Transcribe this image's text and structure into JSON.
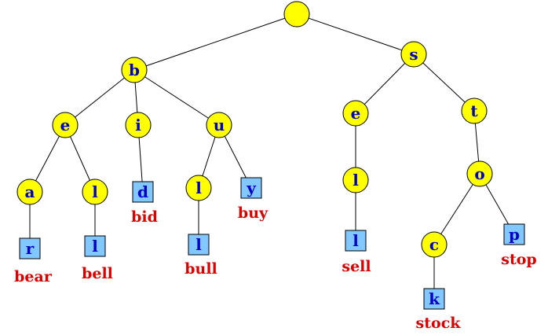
{
  "colors": {
    "internal_node": "#ffff00",
    "leaf_node": "#80c8ff",
    "letter": "#0000cc",
    "word": "#dd0000",
    "edge": "#000000"
  },
  "nodes": [
    {
      "id": "root",
      "label": "",
      "shape": "circle"
    },
    {
      "id": "b",
      "label": "b",
      "shape": "circle"
    },
    {
      "id": "s",
      "label": "s",
      "shape": "circle"
    },
    {
      "id": "be",
      "label": "e",
      "shape": "circle"
    },
    {
      "id": "bi",
      "label": "i",
      "shape": "circle"
    },
    {
      "id": "bu",
      "label": "u",
      "shape": "circle"
    },
    {
      "id": "bea",
      "label": "a",
      "shape": "circle"
    },
    {
      "id": "bel",
      "label": "l",
      "shape": "circle"
    },
    {
      "id": "bid",
      "label": "d",
      "shape": "square",
      "word": "bid"
    },
    {
      "id": "bul",
      "label": "l",
      "shape": "circle"
    },
    {
      "id": "buy",
      "label": "y",
      "shape": "square",
      "word": "buy"
    },
    {
      "id": "bear",
      "label": "r",
      "shape": "square",
      "word": "bear"
    },
    {
      "id": "bell",
      "label": "l",
      "shape": "square",
      "word": "bell"
    },
    {
      "id": "bull",
      "label": "l",
      "shape": "square",
      "word": "bull"
    },
    {
      "id": "se",
      "label": "e",
      "shape": "circle"
    },
    {
      "id": "st",
      "label": "t",
      "shape": "circle"
    },
    {
      "id": "sel",
      "label": "l",
      "shape": "circle"
    },
    {
      "id": "sell",
      "label": "l",
      "shape": "square",
      "word": "sell"
    },
    {
      "id": "sto",
      "label": "o",
      "shape": "circle"
    },
    {
      "id": "stoc",
      "label": "c",
      "shape": "circle"
    },
    {
      "id": "stop",
      "label": "p",
      "shape": "square",
      "word": "stop"
    },
    {
      "id": "stock",
      "label": "k",
      "shape": "square",
      "word": "stock"
    }
  ],
  "edges": [
    [
      "root",
      "b"
    ],
    [
      "root",
      "s"
    ],
    [
      "b",
      "be"
    ],
    [
      "b",
      "bi"
    ],
    [
      "b",
      "bu"
    ],
    [
      "be",
      "bea"
    ],
    [
      "be",
      "bel"
    ],
    [
      "bi",
      "bid"
    ],
    [
      "bu",
      "bul"
    ],
    [
      "bu",
      "buy"
    ],
    [
      "bea",
      "bear"
    ],
    [
      "bel",
      "bell"
    ],
    [
      "bul",
      "bull"
    ],
    [
      "s",
      "se"
    ],
    [
      "s",
      "st"
    ],
    [
      "se",
      "sel"
    ],
    [
      "sel",
      "sell"
    ],
    [
      "st",
      "sto"
    ],
    [
      "sto",
      "stoc"
    ],
    [
      "sto",
      "stop"
    ],
    [
      "stoc",
      "stock"
    ]
  ]
}
